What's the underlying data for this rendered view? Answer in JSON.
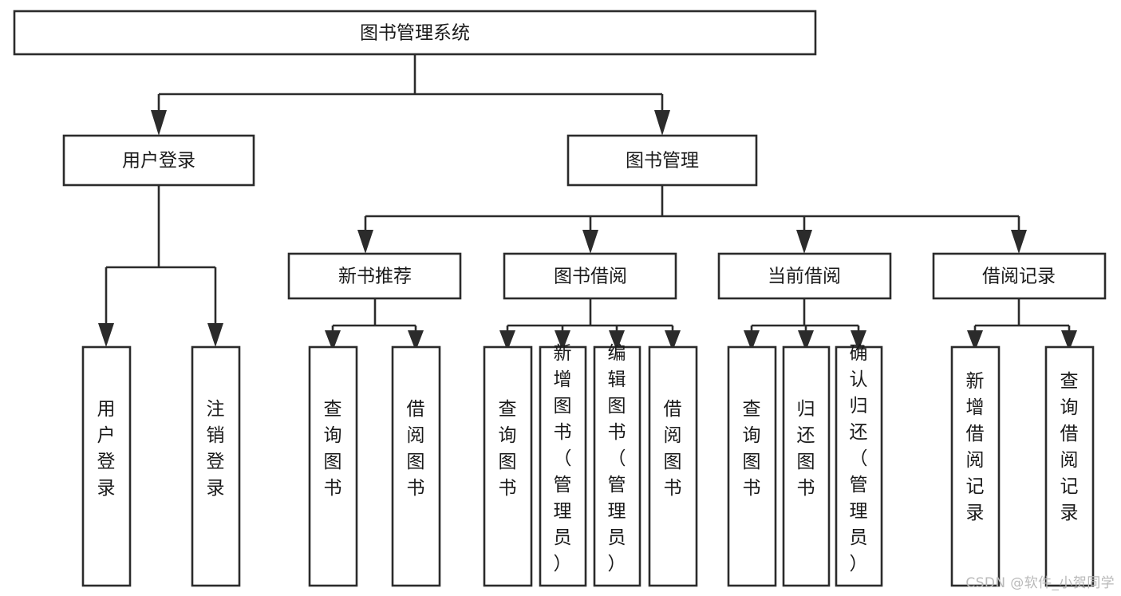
{
  "diagram": {
    "title": "图书管理系统",
    "type": "hierarchy-tree",
    "watermark": "CSDN @软件_小贺同学",
    "colors": {
      "box_stroke": "#2b2b2b",
      "box_fill": "#ffffff",
      "text": "#1a1a1a",
      "background": "#ffffff",
      "watermark": "#b9b9b9"
    },
    "root": {
      "label": "图书管理系统",
      "orientation": "horizontal"
    },
    "level2": [
      {
        "label": "用户登录",
        "orientation": "horizontal"
      },
      {
        "label": "图书管理",
        "orientation": "horizontal"
      }
    ],
    "level3": [
      {
        "label": "新书推荐",
        "orientation": "horizontal",
        "parent": "图书管理"
      },
      {
        "label": "图书借阅",
        "orientation": "horizontal",
        "parent": "图书管理"
      },
      {
        "label": "当前借阅",
        "orientation": "horizontal",
        "parent": "图书管理"
      },
      {
        "label": "借阅记录",
        "orientation": "horizontal",
        "parent": "图书管理"
      }
    ],
    "leaves": {
      "用户登录": [
        {
          "label": "用户登录",
          "orientation": "vertical"
        },
        {
          "label": "注销登录",
          "orientation": "vertical"
        }
      ],
      "新书推荐": [
        {
          "label": "查询图书",
          "orientation": "vertical"
        },
        {
          "label": "借阅图书",
          "orientation": "vertical"
        }
      ],
      "图书借阅": [
        {
          "label": "查询图书",
          "orientation": "vertical"
        },
        {
          "label": "新增图书（管理员）",
          "orientation": "vertical"
        },
        {
          "label": "编辑图书（管理员）",
          "orientation": "vertical"
        },
        {
          "label": "借阅图书",
          "orientation": "vertical"
        }
      ],
      "当前借阅": [
        {
          "label": "查询图书",
          "orientation": "vertical"
        },
        {
          "label": "归还图书",
          "orientation": "vertical"
        },
        {
          "label": "确认归还（管理员）",
          "orientation": "vertical"
        }
      ],
      "借阅记录": [
        {
          "label": "新增借阅记录",
          "orientation": "vertical"
        },
        {
          "label": "查询借阅记录",
          "orientation": "vertical"
        }
      ]
    }
  }
}
